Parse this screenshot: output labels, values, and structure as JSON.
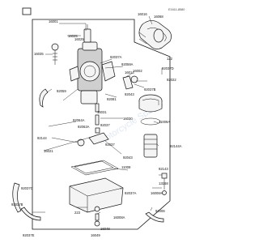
{
  "header": {
    "reference_code": "E1611-8580"
  },
  "watermark": {
    "text": "Motorcycle Spares"
  },
  "callouts": [
    "16001",
    "16025",
    "16035",
    "92037A",
    "92059A",
    "16016",
    "16068",
    "16014",
    "16002",
    "122",
    "92037D",
    "92022",
    "92037B",
    "92081",
    "92043",
    "16030",
    "92063A",
    "92064A",
    "92037",
    "92144",
    "92043",
    "16021",
    "11009",
    "92144A",
    "92037",
    "16031",
    "16025",
    "92059",
    "11009A",
    "92143",
    "13168",
    "16008A",
    "92006",
    "16048",
    "92037C",
    "92037B",
    "16008A",
    "92037A",
    "92037E",
    "223",
    "16049"
  ]
}
